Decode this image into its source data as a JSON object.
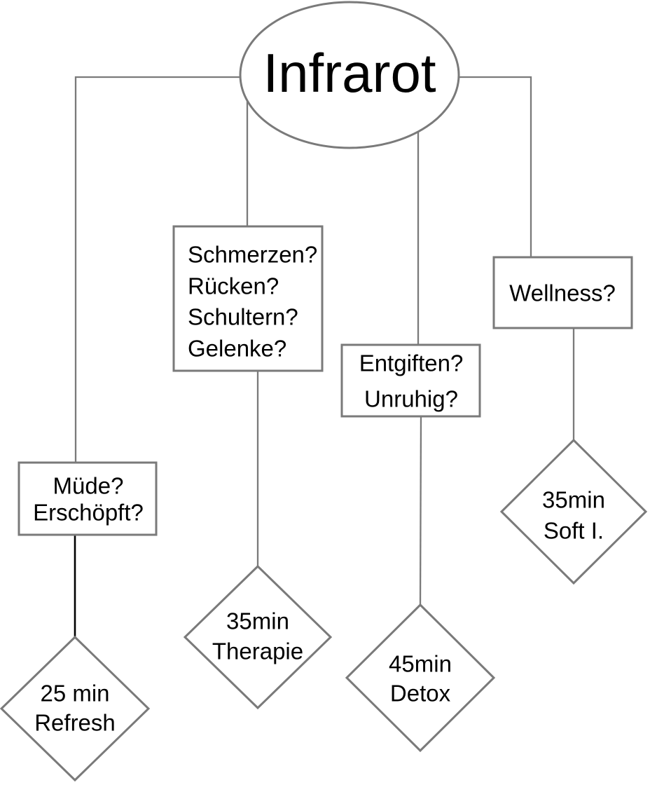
{
  "root": {
    "label": "Infrarot"
  },
  "branches": [
    {
      "id": "refresh",
      "question_lines": [
        "Müde?",
        "Erschöpft?"
      ],
      "result_lines": [
        "25 min",
        "Refresh"
      ]
    },
    {
      "id": "therapie",
      "question_lines": [
        "Schmerzen?",
        "Rücken?",
        "Schultern?",
        "Gelenke?"
      ],
      "result_lines": [
        "35min",
        "Therapie"
      ]
    },
    {
      "id": "detox",
      "question_lines": [
        "Entgiften?",
        "Unruhig?"
      ],
      "result_lines": [
        "45min",
        "Detox"
      ]
    },
    {
      "id": "soft-infrared",
      "question_lines": [
        "Wellness?"
      ],
      "result_lines": [
        "35min",
        "Soft I."
      ]
    }
  ],
  "colors": {
    "outline": "#7a7a7a",
    "text": "#000000",
    "highlight": "#000000",
    "background": "#ffffff"
  }
}
